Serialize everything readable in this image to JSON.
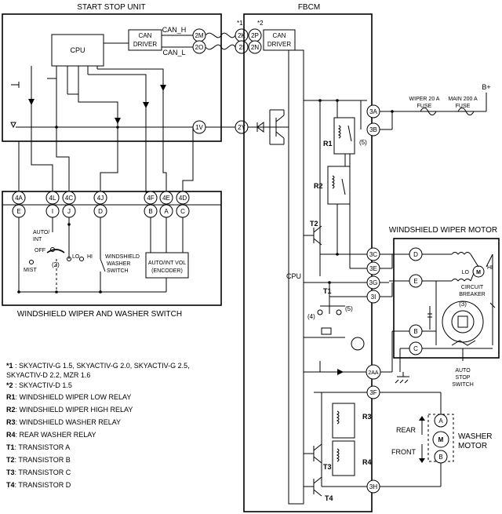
{
  "units": {
    "start_stop_unit": "START STOP UNIT",
    "fbcm": "FBCM",
    "wiper_washer_switch": "WINDSHIELD WIPER AND WASHER SWITCH",
    "wiper_motor": "WINDSHIELD WIPER MOTOR",
    "washer_motor_1": "WASHER",
    "washer_motor_2": "MOTOR"
  },
  "components": {
    "cpu": "CPU",
    "can_driver_1": "CAN",
    "can_driver_2": "DRIVER",
    "can_h": "CAN_H",
    "can_l": "CAN_L",
    "fuse_wiper_1": "WIPER 20 A",
    "fuse_wiper_2": "FUSE",
    "fuse_main_1": "MAIN 200 A",
    "fuse_main_2": "FUSE",
    "battery": "B+",
    "auto_int_vol_1": "AUTO/INT VOL",
    "auto_int_vol_2": "(ENCODER)",
    "washer_switch_1": "WINDSHIELD",
    "washer_switch_2": "WASHER",
    "washer_switch_3": "SWITCH",
    "sw_auto": "AUTO/",
    "sw_int": "INT",
    "sw_off": "OFF",
    "sw_lo": "LO",
    "sw_hi": "HI",
    "sw_mist": "MIST",
    "cb_1": "CIRCUIT",
    "cb_2": "BREAKER",
    "motor_lo": "LO",
    "motor_hi": "HI",
    "motor_m": "M",
    "auto_stop_1": "AUTO",
    "auto_stop_2": "STOP",
    "auto_stop_3": "SWITCH",
    "rear": "REAR",
    "front": "FRONT"
  },
  "labels": {
    "n2": "(2)",
    "n3": "(3)",
    "n4": "(4)",
    "n5a": "(5)",
    "n5b": "(5)",
    "r1": "R1",
    "r2": "R2",
    "r3": "R3",
    "r4": "R4",
    "t1": "T1",
    "t2": "T2",
    "t3": "T3",
    "t4": "T4",
    "star1": "*1",
    "star2": "*2"
  },
  "terminals": {
    "t2M": "2M",
    "t2O": "2O",
    "t2K": "2K",
    "t2P": "2P",
    "t2I": "2I",
    "t2N": "2N",
    "t1V": "1V",
    "t2Y": "2Y",
    "t3A": "3A",
    "t3B": "3B",
    "t3C": "3C",
    "t3E": "3E",
    "t3G": "3G",
    "t3I": "3I",
    "t2AA": "2AA",
    "t3F": "3F",
    "t3H": "3H",
    "s4A": "4A",
    "s4L": "4L",
    "s4C": "4C",
    "s4J": "4J",
    "s4F": "4F",
    "s4E": "4E",
    "s4D": "4D",
    "swE": "E",
    "swI": "I",
    "swJ": "J",
    "swD": "D",
    "swB": "B",
    "swA": "A",
    "swC": "C",
    "mD": "D",
    "mE": "E",
    "mB": "B",
    "mC": "C",
    "wA": "A",
    "wB": "B"
  },
  "notes": [
    {
      "key": "*1",
      "text": " : SKYACTIV-G 1.5, SKYACTIV-G 2.0, SKYACTIV-G 2.5,"
    },
    {
      "key": "",
      "text": "SKYACTIV-D 2.2, MZR 1.6"
    },
    {
      "key": "*2",
      "text": " : SKYACTIV-D 1.5"
    },
    {
      "key": "R1",
      "text": ": WINDSHIELD WIPER LOW RELAY"
    },
    {
      "key": "R2",
      "text": ": WINDSHIELD WIPER HIGH RELAY"
    },
    {
      "key": "R3",
      "text": ": WINDSHIELD WASHER RELAY"
    },
    {
      "key": "R4",
      "text": ": REAR WASHER RELAY"
    },
    {
      "key": "T1",
      "text": ": TRANSISTOR A"
    },
    {
      "key": "T2",
      "text": ": TRANSISTOR B"
    },
    {
      "key": "T3",
      "text": ": TRANSISTOR C"
    },
    {
      "key": "T4",
      "text": ": TRANSISTOR D"
    }
  ]
}
